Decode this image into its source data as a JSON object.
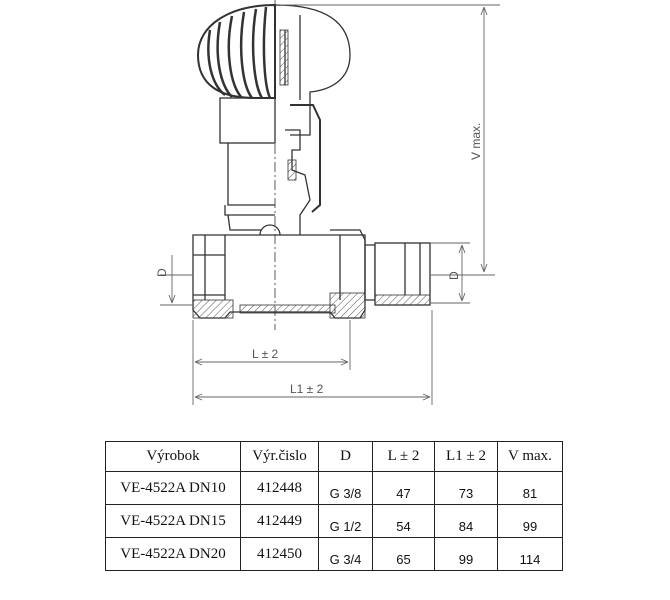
{
  "drawing": {
    "labels": {
      "d_left": "D",
      "d_right": "D",
      "l": "L ± 2",
      "l1": "L1 ± 2",
      "v_max": "V max."
    }
  },
  "table": {
    "headers": [
      "Výrobok",
      "Výr.čislo",
      "D",
      "L ± 2",
      "L1 ± 2",
      "V max."
    ],
    "rows": [
      [
        "VE-4522A DN10",
        "412448",
        "G 3/8",
        "47",
        "73",
        "81"
      ],
      [
        "VE-4522A DN15",
        "412449",
        "G 1/2",
        "54",
        "84",
        "99"
      ],
      [
        "VE-4522A DN20",
        "412450",
        "G 3/4",
        "65",
        "99",
        "114"
      ]
    ]
  }
}
